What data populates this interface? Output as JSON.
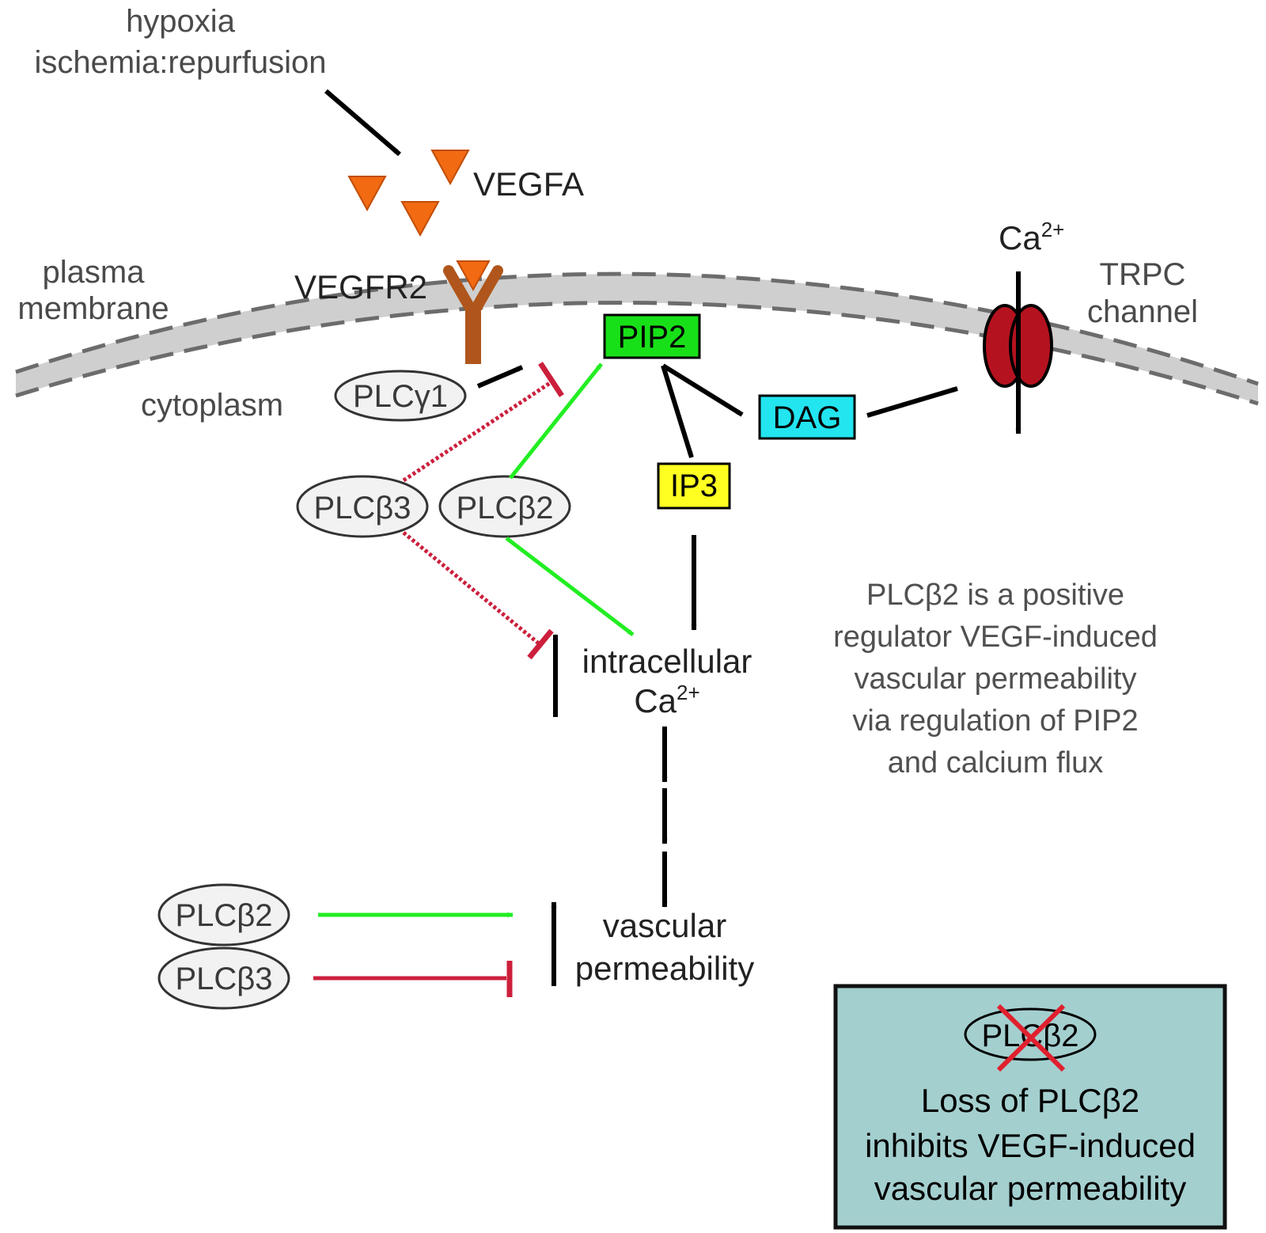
{
  "stimulus": {
    "line1": "hypoxia",
    "line2": "ischemia:repurfusion"
  },
  "ligand": "VEGFA",
  "receptor": "VEGFR2",
  "membrane_label": {
    "line1": "plasma",
    "line2": "membrane"
  },
  "cytoplasm_label": "cytoplasm",
  "plcg1": "PLCγ1",
  "pip2": "PIP2",
  "dag": "DAG",
  "ip3": "IP3",
  "calcium_out": {
    "base": "Ca",
    "sup": "2+"
  },
  "trpc": {
    "line1": "TRPC",
    "line2": "channel"
  },
  "plcb3": "PLCβ3",
  "plcb2": "PLCβ2",
  "intracellular_ca": {
    "line1": "intracellular",
    "base": "Ca",
    "sup": "2+"
  },
  "note_lines": [
    "PLCβ2 is a positive",
    "regulator VEGF-induced",
    "vascular permeability",
    "via regulation of PIP2",
    "and calcium flux"
  ],
  "legend": {
    "plcb2": "PLCβ2",
    "plcb3": "PLCβ3"
  },
  "vascular_permeability": {
    "line1": "vascular",
    "line2": "permeability"
  },
  "summary_box": {
    "knockout": "PLCβ2",
    "lines": [
      "Loss of PLCβ2",
      "inhibits VEGF-induced",
      "vascular permeability"
    ]
  },
  "colors": {
    "membrane": "#cfcfcf",
    "activation": "#22ee22",
    "inhibition": "#cc1f3c",
    "pip2_box": "#18e018",
    "dag_box": "#22e5f0",
    "ip3_box": "#ffff22",
    "vegf": "#f26a12",
    "receptor": "#b0561c",
    "channel": "#b5121f",
    "summary_bg": "#a4cfcf"
  }
}
